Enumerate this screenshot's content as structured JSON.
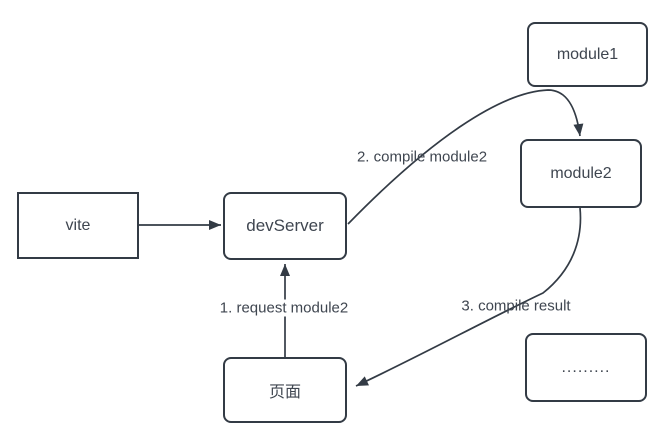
{
  "diagram": {
    "background_color": "#ffffff",
    "stroke_color": "#333b45",
    "text_color": "#3f4650",
    "nodes": [
      {
        "id": "vite",
        "label": "vite",
        "shape": "rectangle"
      },
      {
        "id": "devServer",
        "label": "devServer",
        "shape": "rounded-rectangle"
      },
      {
        "id": "module1",
        "label": "module1",
        "shape": "rounded-rectangle"
      },
      {
        "id": "module2",
        "label": "module2",
        "shape": "rounded-rectangle"
      },
      {
        "id": "page",
        "label": "页面",
        "shape": "rounded-rectangle"
      },
      {
        "id": "dots",
        "label": ".........",
        "shape": "rounded-rectangle"
      }
    ],
    "edges": [
      {
        "from": "vite",
        "to": "devServer",
        "label": ""
      },
      {
        "from": "page",
        "to": "devServer",
        "label": "1. request module2"
      },
      {
        "from": "devServer",
        "to": "module2",
        "label": "2. compile module2"
      },
      {
        "from": "module2",
        "to": "page",
        "label": "3. compile result"
      }
    ]
  }
}
